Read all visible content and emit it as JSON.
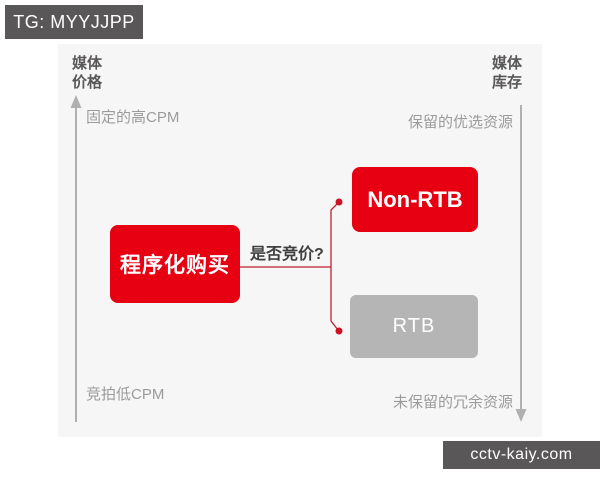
{
  "watermarks": {
    "top_left": "TG: MYYJJPP",
    "bottom_right": "cctv-kaiy.com"
  },
  "axes": {
    "left": {
      "title_line1": "媒体",
      "title_line2": "价格",
      "direction": "up",
      "top_label": "固定的高CPM",
      "bottom_label": "竞拍低CPM"
    },
    "right": {
      "title_line1": "媒体",
      "title_line2": "库存",
      "direction": "down",
      "top_label": "保留的优选资源",
      "bottom_label": "未保留的冗余资源"
    }
  },
  "diagram": {
    "root_node": "程序化购买",
    "decision_label": "是否竞价?",
    "branches": [
      {
        "label": "Non-RTB",
        "style": "red"
      },
      {
        "label": "RTB",
        "style": "gray"
      }
    ]
  },
  "colors": {
    "accent_red": "#e60012",
    "connector_red": "#bb2233",
    "dark_gray": "#595757",
    "node_gray": "#b5b5b6",
    "panel_bg": "#f6f6f6",
    "axis_line_gray": "#b0b0b0",
    "sublabel_gray": "#9b9b9b"
  }
}
